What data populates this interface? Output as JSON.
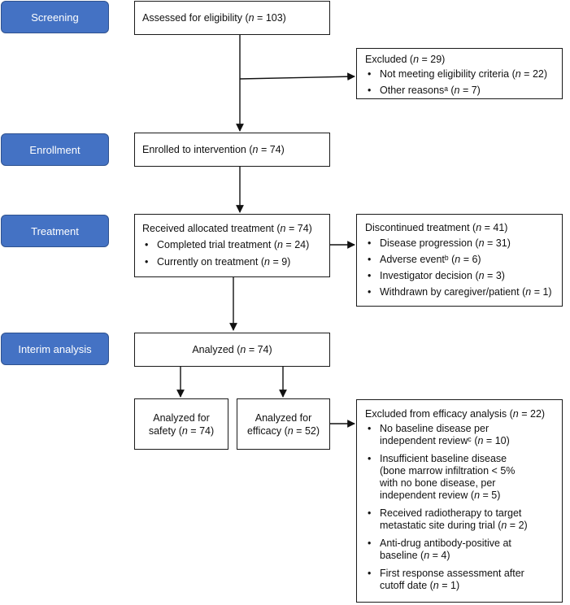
{
  "stages": {
    "screening": "Screening",
    "enrollment": "Enrollment",
    "treatment": "Treatment",
    "interim": "Interim analysis"
  },
  "assessed": {
    "title": "Assessed for eligibility (n = 103)"
  },
  "excluded": {
    "title": "Excluded (n = 29)",
    "items": [
      "Not meeting eligibility criteria (n = 22)",
      "Other reasonsᵃ (n = 7)"
    ]
  },
  "enrolled": {
    "title": "Enrolled to intervention (n = 74)"
  },
  "received": {
    "title": "Received allocated treatment (n = 74)",
    "items": [
      "Completed trial treatment (n = 24)",
      "Currently on treatment (n = 9)"
    ]
  },
  "discontinued": {
    "title": "Discontinued treatment (n = 41)",
    "items": [
      "Disease progression (n = 31)",
      "Adverse eventᵇ (n = 6)",
      "Investigator decision (n = 3)",
      "Withdrawn by caregiver/patient (n = 1)"
    ]
  },
  "analyzed": {
    "title": "Analyzed (n = 74)"
  },
  "safety": {
    "line1": "Analyzed for",
    "line2": "safety (n = 74)"
  },
  "efficacy": {
    "line1": "Analyzed for",
    "line2": "efficacy (n = 52)"
  },
  "excluded_efficacy": {
    "title": "Excluded from efficacy analysis (n = 22)",
    "items": [
      "No baseline disease per\nindependent reviewᶜ (n = 10)",
      "Insufficient baseline disease\n(bone marrow infiltration < 5%\nwith no bone disease, per\nindependent review (n = 5)",
      "Received radiotherapy to target\nmetastatic site during trial (n = 2)",
      "Anti-drug antibody-positive at\nbaseline (n = 4)",
      "First response assessment after\ncutoff date (n = 1)"
    ]
  }
}
